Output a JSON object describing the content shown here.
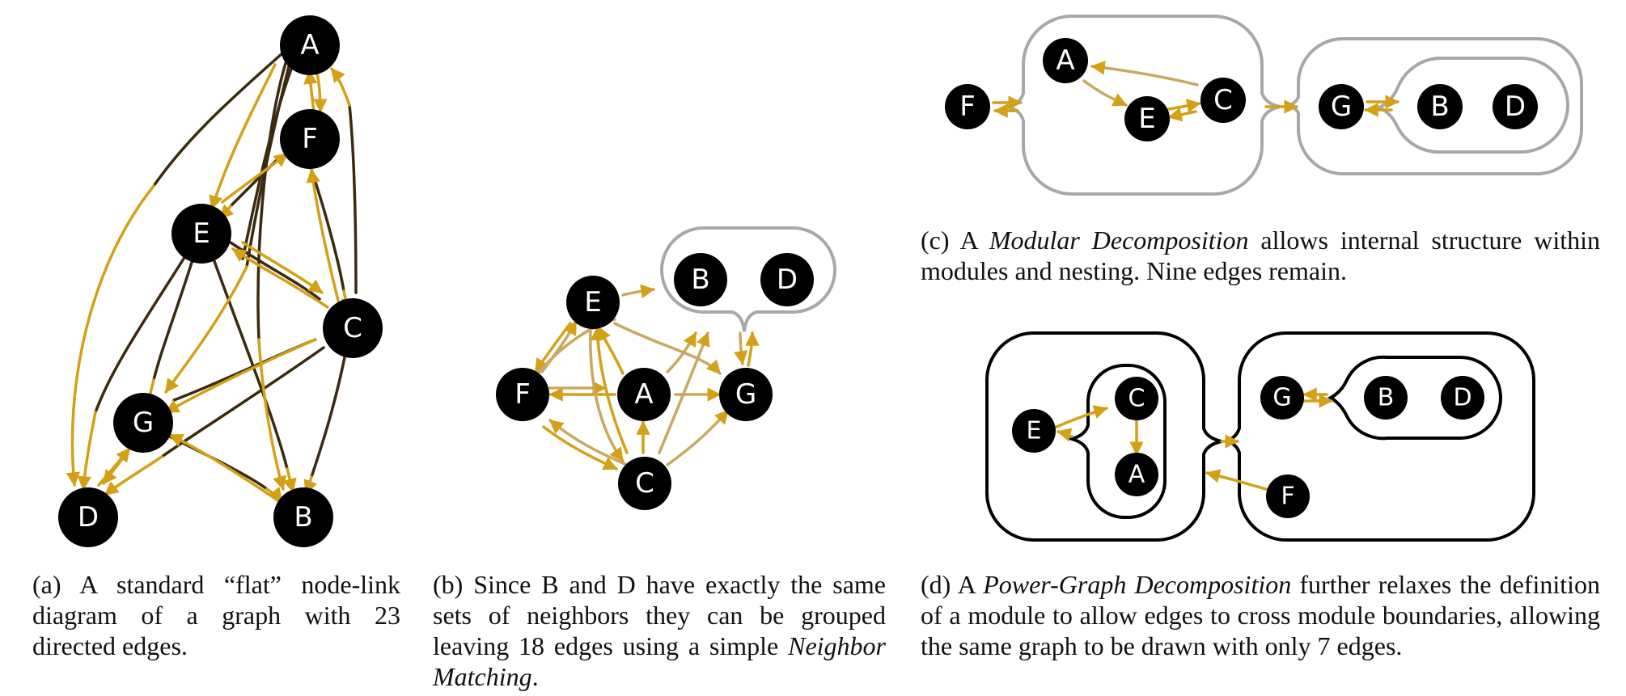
{
  "colors": {
    "node": "#000000",
    "edge_gold": "#d4a017",
    "edge_dark": "#3a2a10",
    "module_grey": "#a8a8a8",
    "module_black": "#000000"
  },
  "nodes": [
    "A",
    "B",
    "C",
    "D",
    "E",
    "F",
    "G"
  ],
  "panels": {
    "a": {
      "label": "(a)",
      "caption_text": "A standard “flat” node-link diagram of a graph with 23 directed edges.",
      "edge_count": 23
    },
    "b": {
      "label": "(b)",
      "caption_pre": "Since B and D have exactly the same sets of neighbors they can be grouped leaving 18 edges using a simple ",
      "caption_em": "Neighbor Matching",
      "caption_post": ".",
      "edge_count": 18
    },
    "c": {
      "label": "(c)",
      "caption_pre": "A ",
      "caption_em": "Modular Decomposition",
      "caption_post": " allows internal structure within modules and nesting. Nine edges remain.",
      "edge_count": 9
    },
    "d": {
      "label": "(d)",
      "caption_pre": "A ",
      "caption_em": "Power-Graph Decomposition",
      "caption_post": " further relaxes the definition of a module to allow edges to cross module boundaries, allowing the same graph to be drawn with only 7 edges.",
      "edge_count": 7
    }
  }
}
